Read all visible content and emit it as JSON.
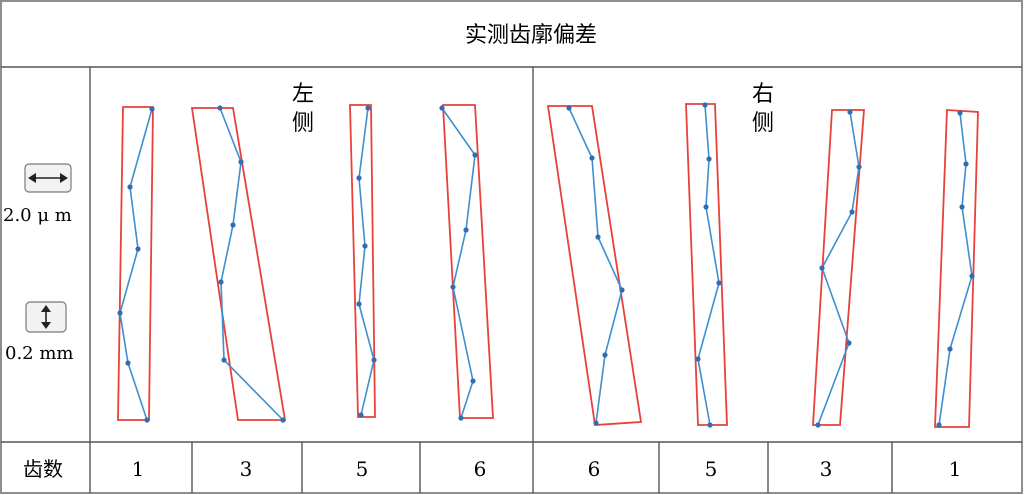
{
  "title": "实测齿廓偏差",
  "left_side_label": [
    "左",
    "侧"
  ],
  "right_side_label": [
    "右",
    "侧"
  ],
  "scale": {
    "horizontal_label": "2.0 μ m",
    "horizontal_icon": "horizontal-double-arrow-icon",
    "vertical_label": "0.2 mm",
    "vertical_icon": "vertical-double-arrow-icon"
  },
  "footer": {
    "header_label": "齿数",
    "tooth_numbers": [
      "1",
      "3",
      "5",
      "6",
      "6",
      "5",
      "3",
      "1"
    ]
  },
  "colors": {
    "tolerance_band": "#e8413b",
    "profile_line": "#3d8fcf",
    "profile_point": "#2f6fb1",
    "grid": "#555555",
    "frame": "#8e8e8e"
  }
}
